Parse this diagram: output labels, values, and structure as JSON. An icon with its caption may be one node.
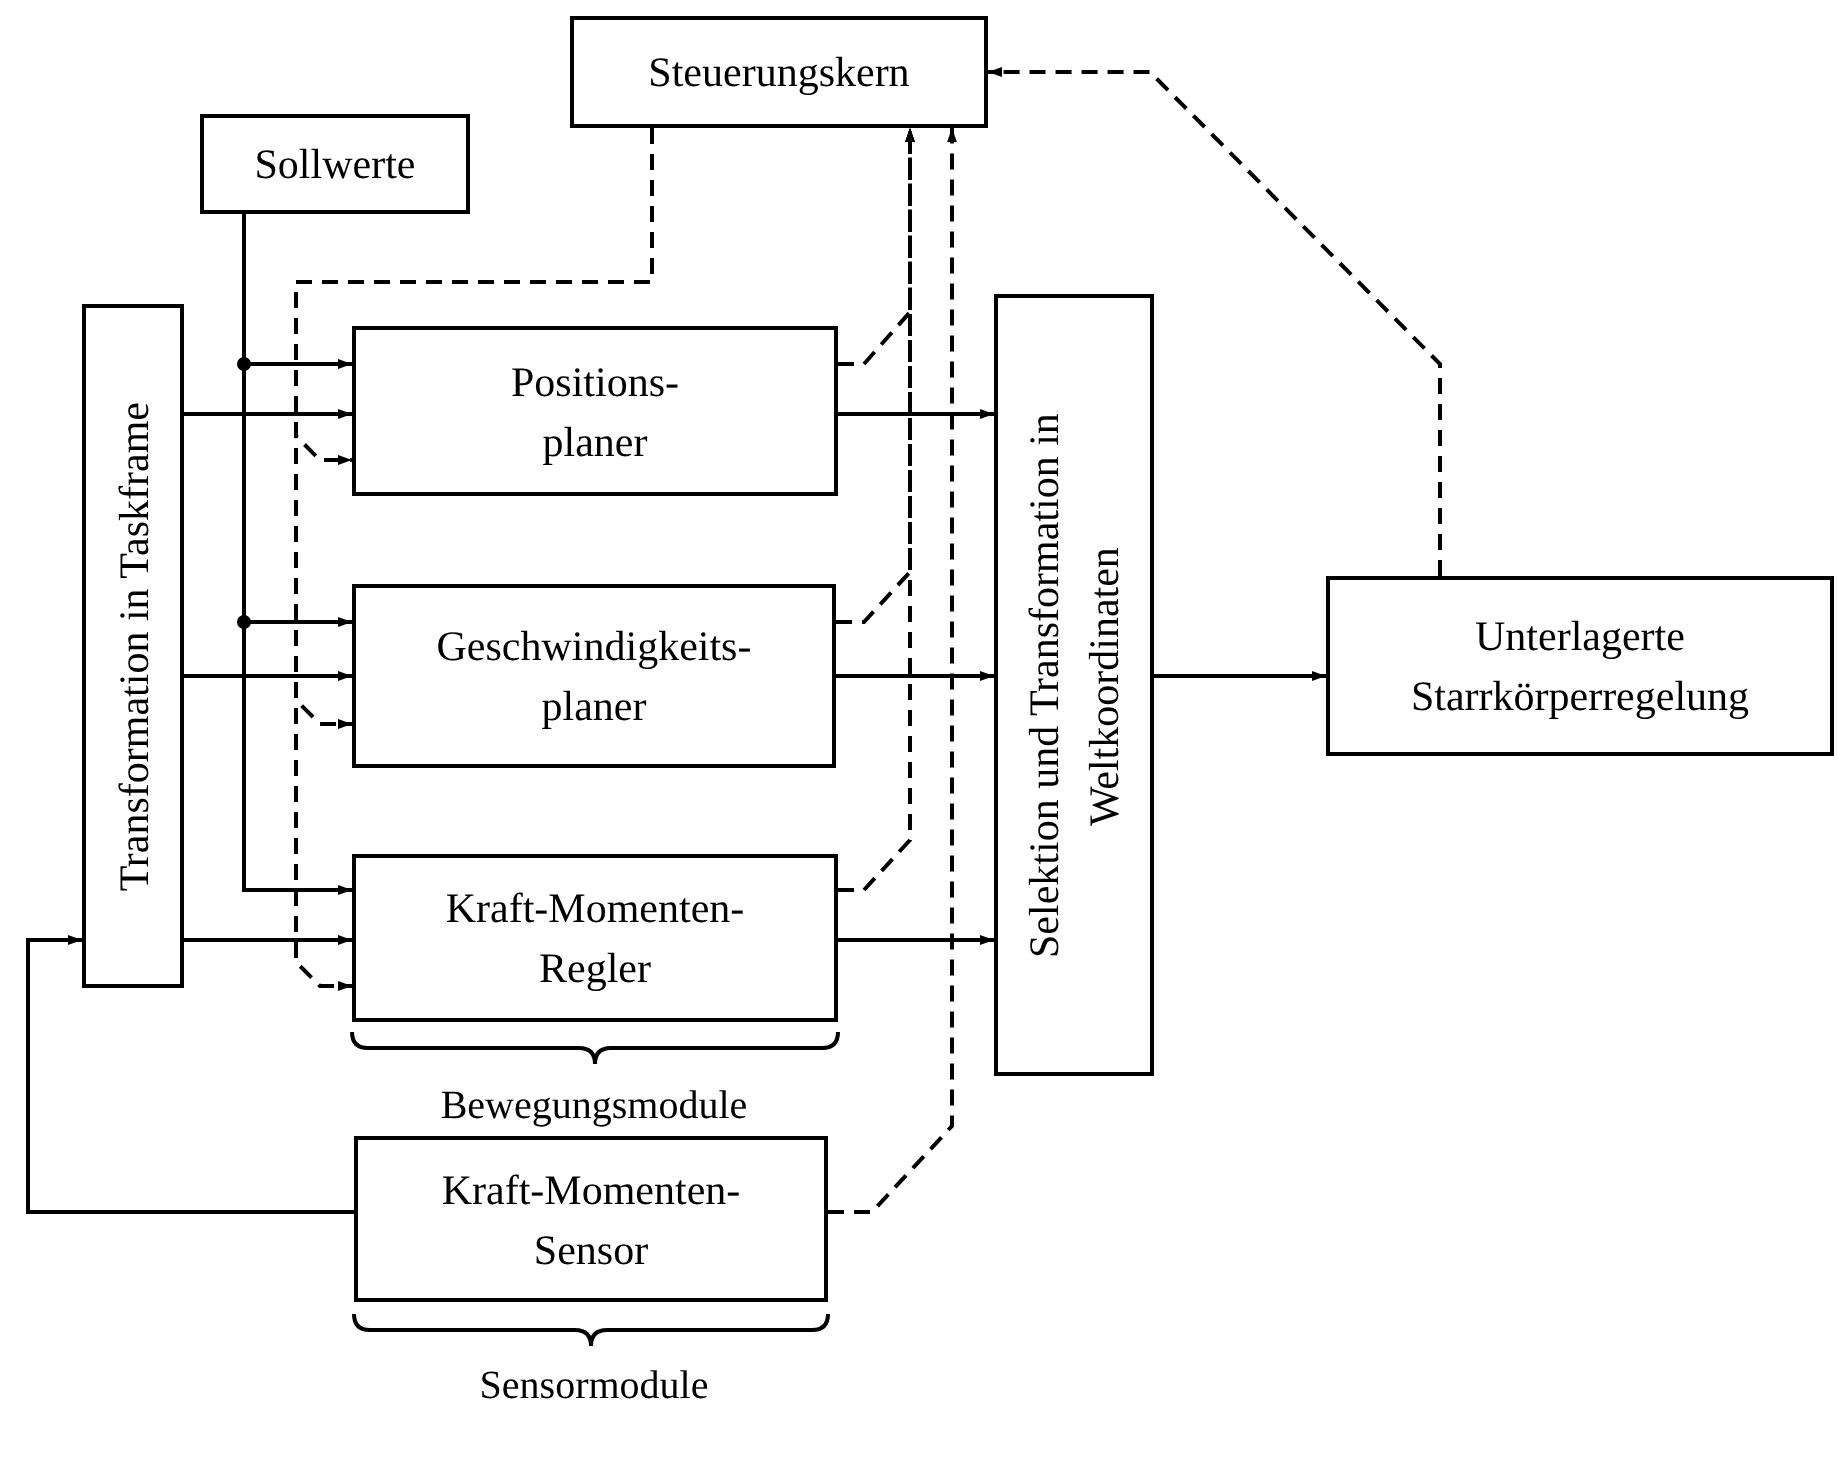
{
  "diagram": {
    "nodes": [
      {
        "text": [
          "Steuerungskern"
        ]
      },
      {
        "text": [
          "Sollwerte"
        ]
      },
      {
        "text": [
          "Transformation in Taskframe"
        ]
      },
      {
        "text": [
          "Positions- planer"
        ]
      },
      {
        "text": [
          "Geschwindigkeits- planer"
        ]
      },
      {
        "text": [
          "Kraft-Momenten- Regler"
        ]
      },
      {
        "text": [
          "Selektion und Transformation in Weltkoordinaten"
        ]
      },
      {
        "text": [
          "Unterlagerte Starrkörperregelung"
        ]
      },
      {
        "text": [
          "Kraft-Momenten- Sensor"
        ]
      }
    ],
    "edges": [
      {
        "from": 1,
        "to": 3,
        "arrow": "to"
      },
      {
        "from": 1,
        "to": 4,
        "arrow": "to"
      },
      {
        "from": 1,
        "to": 5,
        "arrow": "to"
      },
      {
        "from": 2,
        "to": 3,
        "arrow": "to"
      },
      {
        "from": 2,
        "to": 4,
        "arrow": "to"
      },
      {
        "from": 2,
        "to": 5,
        "arrow": "to"
      },
      {
        "from": 0,
        "to": 3,
        "arrow": "to",
        "style": "dashed"
      },
      {
        "from": 0,
        "to": 4,
        "arrow": "to",
        "style": "dashed"
      },
      {
        "from": 0,
        "to": 5,
        "arrow": "to",
        "style": "dashed"
      },
      {
        "from": 3,
        "to": 0,
        "arrow": "to",
        "style": "dashed"
      },
      {
        "from": 4,
        "to": 0,
        "arrow": "to",
        "style": "dashed"
      },
      {
        "from": 5,
        "to": 0,
        "arrow": "to",
        "style": "dashed"
      },
      {
        "from": 8,
        "to": 0,
        "arrow": "to",
        "style": "dashed"
      },
      {
        "from": 3,
        "to": 6,
        "arrow": "to"
      },
      {
        "from": 4,
        "to": 6,
        "arrow": "to"
      },
      {
        "from": 5,
        "to": 6,
        "arrow": "to"
      },
      {
        "from": 6,
        "to": 7,
        "arrow": "to"
      },
      {
        "from": 7,
        "to": 0,
        "arrow": "to",
        "style": "dashed"
      },
      {
        "from": 8,
        "to": 2,
        "arrow": "to"
      }
    ],
    "labels": [
      "Bewegungsmodule",
      "Sensormodule"
    ]
  }
}
